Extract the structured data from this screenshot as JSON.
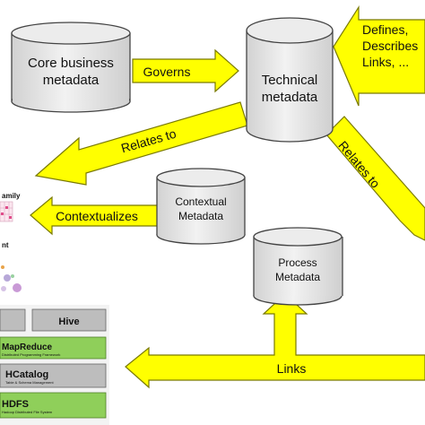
{
  "nodes": {
    "core_business": {
      "line1": "Core business",
      "line2": "metadata"
    },
    "technical": {
      "line1": "Technical",
      "line2": "metadata"
    },
    "contextual": {
      "line1": "Contextual",
      "line2": "Metadata"
    },
    "process": {
      "line1": "Process",
      "line2": "Metadata"
    }
  },
  "arrows": {
    "governs": "Governs",
    "relates_to_left": "Relates to",
    "relates_to_right": "Relates to",
    "defines": {
      "line1": "Defines,",
      "line2": "Describes",
      "line3": "Links, ..."
    },
    "contextualizes": "Contextualizes",
    "links": "Links"
  },
  "left_fragment": {
    "label_family": "amily",
    "label_nt": "nt"
  },
  "stack": {
    "hive": "Hive",
    "mapreduce": "MapReduce",
    "mapreduce_sub": "Distributed Programming Framework",
    "hcatalog": "HCatalog",
    "hcatalog_sub": "Table & Schema Management",
    "hdfs": "HDFS",
    "hdfs_sub": "Hadoop Distributed File System"
  },
  "colors": {
    "arrow_fill": "#ffff00",
    "arrow_stroke": "#7a7a00",
    "cylinder_fill": "#e6e6e6",
    "stack_green": "#8fcf5a",
    "stack_grey": "#bdbdbd"
  }
}
